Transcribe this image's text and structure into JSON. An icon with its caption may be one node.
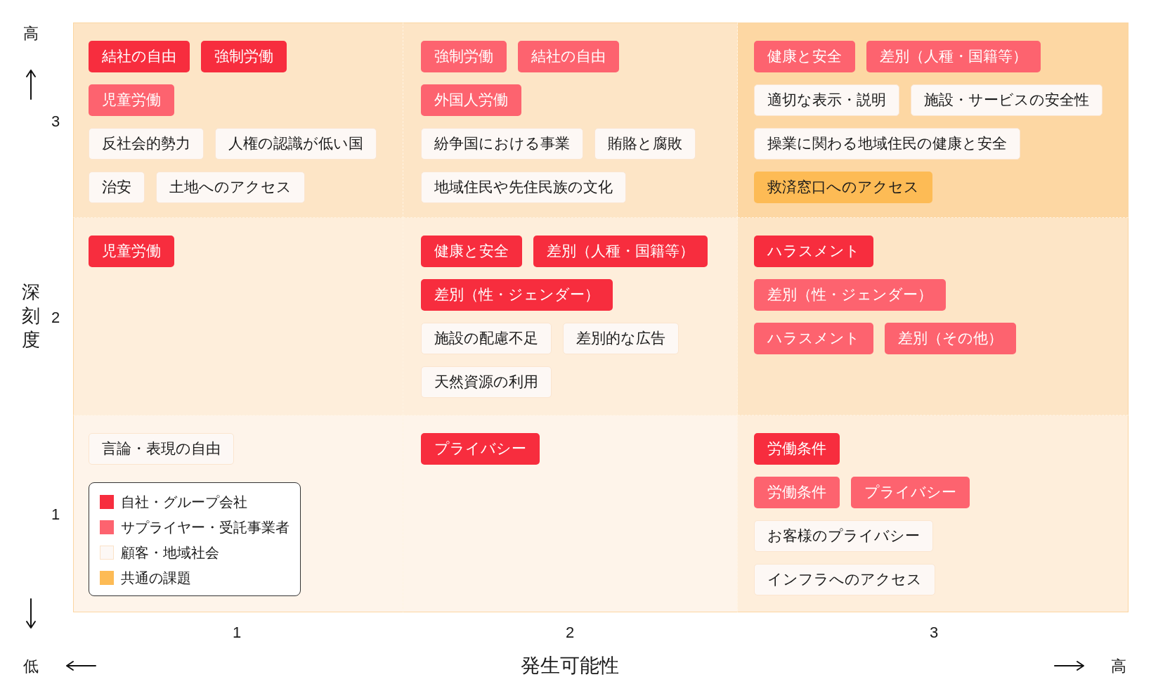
{
  "diagram": {
    "nodes": [
      {
        "text": [],
        "shape": "box"
      },
      {
        "text": [
          "結社の自由"
        ],
        "in": 0
      },
      {
        "text": [
          "強制労働"
        ],
        "in": 0
      },
      {
        "text": [
          "児童労働"
        ],
        "in": 0
      },
      {
        "text": [
          "反社会的勢力"
        ],
        "in": 0
      },
      {
        "text": [
          "人権の認識が低い国"
        ],
        "in": 0
      },
      {
        "text": [
          "治安"
        ],
        "in": 0
      },
      {
        "text": [
          "土地へのアクセス"
        ],
        "in": 0
      },
      {
        "text": [],
        "shape": "box"
      },
      {
        "text": [
          "強制労働"
        ],
        "in": 8
      },
      {
        "text": [
          "結社の自由"
        ],
        "in": 8
      },
      {
        "text": [
          "外国人労働"
        ],
        "in": 8
      },
      {
        "text": [
          "紛争国における事業"
        ],
        "in": 8
      },
      {
        "text": [
          "賄賂と腐敗"
        ],
        "in": 8
      },
      {
        "text": [
          "地域住民や先住民族の文化"
        ],
        "in": 8
      },
      {
        "text": [],
        "shape": "box"
      },
      {
        "text": [
          "健康と安全"
        ],
        "in": 15
      },
      {
        "text": [
          "差別（人種・国籍等）"
        ],
        "in": 15
      },
      {
        "text": [
          "適切な表示・説明"
        ],
        "in": 15
      },
      {
        "text": [
          "施設・サービスの安全性"
        ],
        "in": 15
      },
      {
        "text": [
          "操業に関わる地域住民の健康と安全"
        ],
        "in": 15
      },
      {
        "text": [
          "救済窓口へのアクセス"
        ],
        "in": 15
      },
      {
        "text": [],
        "shape": "box"
      },
      {
        "text": [
          "児童労働"
        ],
        "in": 22
      },
      {
        "text": [],
        "shape": "box"
      },
      {
        "text": [
          "健康と安全"
        ],
        "in": 24
      },
      {
        "text": [
          "差別（人種・国籍等）"
        ],
        "in": 24
      },
      {
        "text": [
          "差別（性・ジェンダー）"
        ],
        "in": 24
      },
      {
        "text": [
          "施設の配慮不足"
        ],
        "in": 24
      },
      {
        "text": [
          "差別的な広告"
        ],
        "in": 24
      },
      {
        "text": [
          "天然資源の利用"
        ],
        "in": 24
      },
      {
        "text": [],
        "shape": "box"
      },
      {
        "text": [
          "ハラスメント"
        ],
        "in": 31
      },
      {
        "text": [
          "差別（性・ジェンダー）"
        ],
        "in": 31
      },
      {
        "text": [
          "ハラスメント"
        ],
        "in": 31
      },
      {
        "text": [
          "差別（その他）"
        ],
        "in": 31
      },
      {
        "text": [],
        "shape": "box"
      },
      {
        "text": [
          "言論・表現の自由"
        ],
        "in": 36
      },
      {
        "text": [],
        "shape": "box"
      },
      {
        "text": [
          "プライバシー"
        ],
        "in": 38
      },
      {
        "text": [],
        "shape": "box"
      },
      {
        "text": [
          "労働条件"
        ],
        "in": 40
      },
      {
        "text": [
          "労働条件"
        ],
        "in": 40
      },
      {
        "text": [
          "プライバシー"
        ],
        "in": 40
      },
      {
        "text": [
          "お客様のプライバシー"
        ],
        "in": 40
      },
      {
        "text": [
          "インフラへのアクセス"
        ],
        "in": 40
      }
    ],
    "labels": [
      "高",
      "3",
      "深刻度",
      "2",
      "1",
      "1",
      "2",
      "3",
      "低",
      "発生可能性",
      "高"
    ],
    "legend": [
      {
        "text": "自社・グループ会社",
        "color": "#f72d3e"
      },
      {
        "text": "サプライヤー・受託事業者",
        "color": "#fd636f"
      },
      {
        "text": "顧客・地域社会",
        "color": "#fdf8f5"
      },
      {
        "text": "共通の課題",
        "color": "#fdbb55"
      }
    ]
  }
}
